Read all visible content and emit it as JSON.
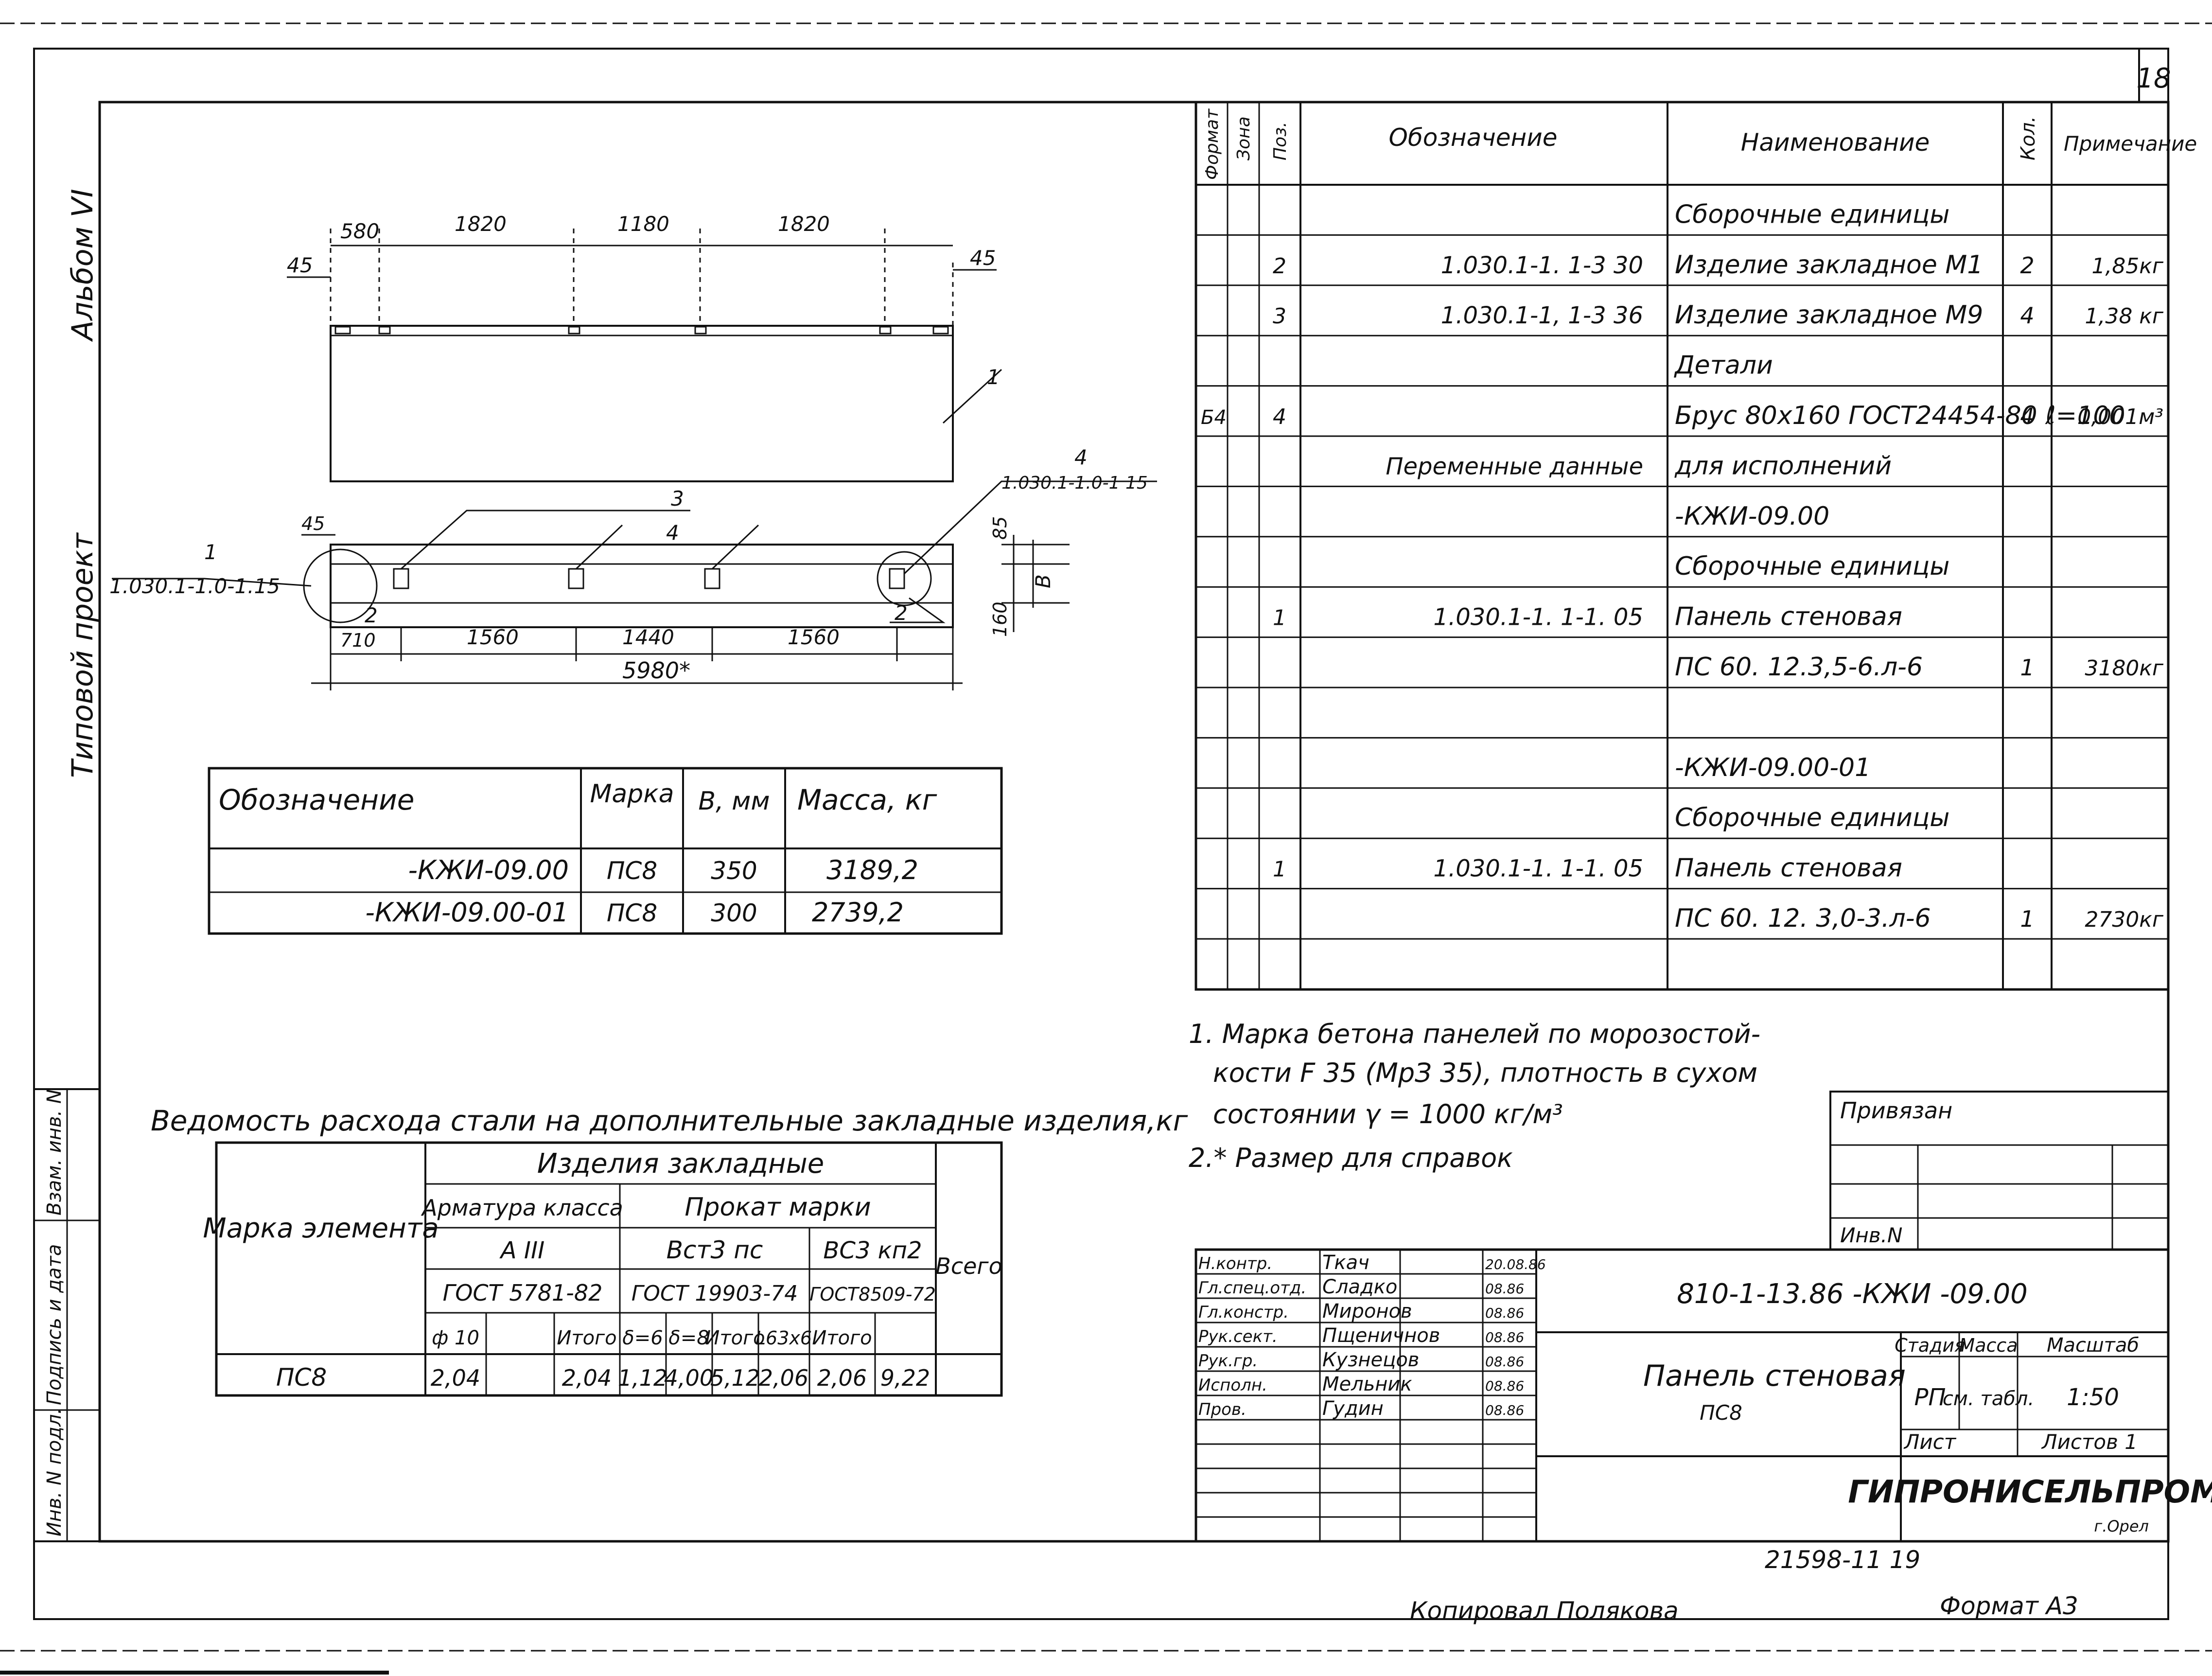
{
  "sheet": {
    "number": "18",
    "side_album": "Альбом VI",
    "side_project": "Типовой проект",
    "side_stamp": [
      "Инв. N подл.",
      "Подпись и дата",
      "Взам. инв. N"
    ]
  },
  "spec": {
    "headers": [
      "Формат",
      "Зона",
      "Поз.",
      "Обозначение",
      "Наименование",
      "Кол.",
      "Примечание"
    ],
    "rows": [
      {
        "fmt": "",
        "pos": "",
        "des": "",
        "name": "Сборочные единицы",
        "qty": "",
        "note": ""
      },
      {
        "fmt": "",
        "pos": "2",
        "des": "1.030.1-1. 1-3 30",
        "name": "Изделие закладное М1",
        "qty": "2",
        "note": "1,85кг"
      },
      {
        "fmt": "",
        "pos": "3",
        "des": "1.030.1-1, 1-3 36",
        "name": "Изделие закладное М9",
        "qty": "4",
        "note": "1,38 кг"
      },
      {
        "fmt": "",
        "pos": "",
        "des": "",
        "name": "Детали",
        "qty": "",
        "note": ""
      },
      {
        "fmt": "Б4",
        "pos": "4",
        "des": "",
        "name": "Брус 80х160 ГОСТ24454-80 ℓ=100",
        "qty": "4",
        "note": "0,001м³"
      },
      {
        "fmt": "",
        "pos": "",
        "des": "Переменные данные",
        "name": "для исполнений",
        "qty": "",
        "note": ""
      },
      {
        "fmt": "",
        "pos": "",
        "des": "",
        "name": "-КЖИ-09.00",
        "qty": "",
        "note": ""
      },
      {
        "fmt": "",
        "pos": "",
        "des": "",
        "name": "Сборочные единицы",
        "qty": "",
        "note": ""
      },
      {
        "fmt": "",
        "pos": "1",
        "des": "1.030.1-1. 1-1. 05",
        "name": "Панель стеновая",
        "qty": "",
        "note": ""
      },
      {
        "fmt": "",
        "pos": "",
        "des": "",
        "name": "ПС 60. 12.3,5-6.л-6",
        "qty": "1",
        "note": "3180кг"
      },
      {
        "fmt": "",
        "pos": "",
        "des": "",
        "name": "",
        "qty": "",
        "note": ""
      },
      {
        "fmt": "",
        "pos": "",
        "des": "",
        "name": "-КЖИ-09.00-01",
        "qty": "",
        "note": ""
      },
      {
        "fmt": "",
        "pos": "",
        "des": "",
        "name": "Сборочные единицы",
        "qty": "",
        "note": ""
      },
      {
        "fmt": "",
        "pos": "1",
        "des": "1.030.1-1. 1-1. 05",
        "name": "Панель стеновая",
        "qty": "",
        "note": ""
      },
      {
        "fmt": "",
        "pos": "",
        "des": "",
        "name": "ПС 60. 12. 3,0-3.л-6",
        "qty": "1",
        "note": "2730кг"
      },
      {
        "fmt": "",
        "pos": "",
        "des": "",
        "name": "",
        "qty": "",
        "note": ""
      }
    ]
  },
  "drawing": {
    "top_dims": [
      "580",
      "1820",
      "1180",
      "1820"
    ],
    "edge_dims": [
      "45",
      "45",
      "45"
    ],
    "bottom_dims": [
      "710",
      "1560",
      "1440",
      "1560"
    ],
    "total_dim": "5980*",
    "side_dims": [
      "85",
      "B",
      "160"
    ],
    "leaders": [
      "1",
      "1.030.1-1.0-1.15",
      "2",
      "2",
      "3",
      "4",
      "4",
      "1.030.1-1.0-1 15",
      "1"
    ]
  },
  "mass_table": {
    "headers": [
      "Обозначение",
      "Марка",
      "B, мм",
      "Масса, кг"
    ],
    "rows": [
      [
        "-КЖИ-09.00",
        "ПС8",
        "350",
        "3189,2"
      ],
      [
        "-КЖИ-09.00-01",
        "ПС8",
        "300",
        "2739,2"
      ]
    ]
  },
  "steel": {
    "title": "Ведомость расхода стали на дополнительные закладные изделия,кг",
    "h_mark": "Марка элемента",
    "h_items": "Изделия закладные",
    "h_armatura": "Арматура класса",
    "h_prokat": "Прокат марки",
    "h_total": "Всего",
    "h_aiii": "А III",
    "h_vst": "Вст3 пс",
    "h_vs3": "ВС3 кп2",
    "h_gost1": "ГОСТ 5781-82",
    "h_gost2": "ГОСТ 19903-74",
    "h_gost3": "ГОСТ8509-72",
    "sub": [
      "ф 10",
      "",
      "Итого",
      "δ=6",
      "δ=8",
      "Итого",
      "L63х6",
      "Итого"
    ],
    "row": [
      "ПС8",
      "2,04",
      "",
      "2,04",
      "1,12",
      "4,00",
      "5,12",
      "2,06",
      "2,06",
      "9,22"
    ]
  },
  "notes": [
    "1. Марка бетона панелей по морозостой-",
    "кости F 35 (МрЗ 35), плотность в сухом",
    "состоянии γ = 1000 кг/м³",
    "2.* Размер для справок"
  ],
  "privyazan": {
    "label": "Привязан",
    "inv": "Инв.N"
  },
  "title_block": {
    "code": "810-1-13.86 -КЖИ -09.00",
    "name": "Панель стеновая",
    "mark": "ПС8",
    "stage_h": "Стадия",
    "mass_h": "Масса",
    "scale_h": "Масштаб",
    "stage": "РП",
    "mass": "см. табл.",
    "scale": "1:50",
    "sheet_h": "Лист",
    "sheets_h": "Листов 1",
    "org": "ГИПРОНИСЕЛЬПРОМ",
    "city": "г.Орел",
    "staff": [
      {
        "role": "Н.контр.",
        "name": "Ткач",
        "date": "20.08.86"
      },
      {
        "role": "Гл.спец.отд.",
        "name": "Сладко",
        "date": "08.86"
      },
      {
        "role": "Гл.констр.",
        "name": "Миронов",
        "date": "08.86"
      },
      {
        "role": "Рук.сект.",
        "name": "Пщеничнов",
        "date": "08.86"
      },
      {
        "role": "Рук.гр.",
        "name": "Кузнецов",
        "date": "08.86"
      },
      {
        "role": "Исполн.",
        "name": "Мельник",
        "date": "08.86"
      },
      {
        "role": "Пров.",
        "name": "Гудин",
        "date": "08.86"
      }
    ]
  },
  "footer": {
    "number": "21598-11 19",
    "copied": "Копировал Полякова",
    "format": "Формат А3"
  }
}
